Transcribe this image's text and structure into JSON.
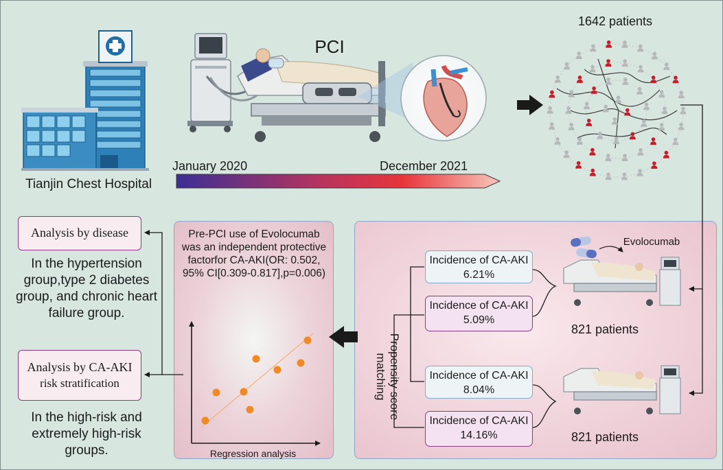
{
  "top": {
    "hospital_label": "Tianjin Chest Hospital",
    "procedure_label": "PCI",
    "timeline_start": "January 2020",
    "timeline_end": "December 2021",
    "patients_total": "1642 patients"
  },
  "matching": {
    "drug_label": "Evolocumab",
    "vertical_label": "Propensity score matching",
    "evolocumab_group": {
      "count": "821 patients",
      "incidence_before": "Incidence of CA-AKI 6.21%",
      "incidence_after": "Incidence of CA-AKI 5.09%"
    },
    "control_group": {
      "count": "821 patients",
      "incidence_before": "Incidence of CA-AKI 8.04%",
      "incidence_after": "Incidence of CA-AKI 14.16%"
    }
  },
  "regression": {
    "finding": "Pre-PCI use of Evolocumab was an independent protective factorfor CA-AKI(OR: 0.502, 95% CI[0.309-0.817],p=0.006)",
    "x_label": "Regression analysis"
  },
  "analysis": {
    "disease_title": "Analysis by disease",
    "disease_text": "In the hypertension group,type 2 diabetes group, and chronic heart failure group.",
    "risk_title_line1": "Analysis by CA-AKI",
    "risk_title_line2": "risk stratification",
    "risk_text": "In the high-risk and extremely high-risk groups."
  },
  "colors": {
    "background": "#d8e6e0",
    "panel_pink": "#eecdd6",
    "panel_border": "#8aa8c6",
    "box_blue_border": "#7fa8c9",
    "box_purple_border": "#8a3b7e",
    "box_purple_fill": "#f4e2f0",
    "scatter_point": "#f08a24",
    "patient_red": "#c41e2a",
    "patient_gray": "#b5b8ba",
    "timeline_start": "#3b2f95",
    "timeline_end": "#f5b5a8"
  }
}
